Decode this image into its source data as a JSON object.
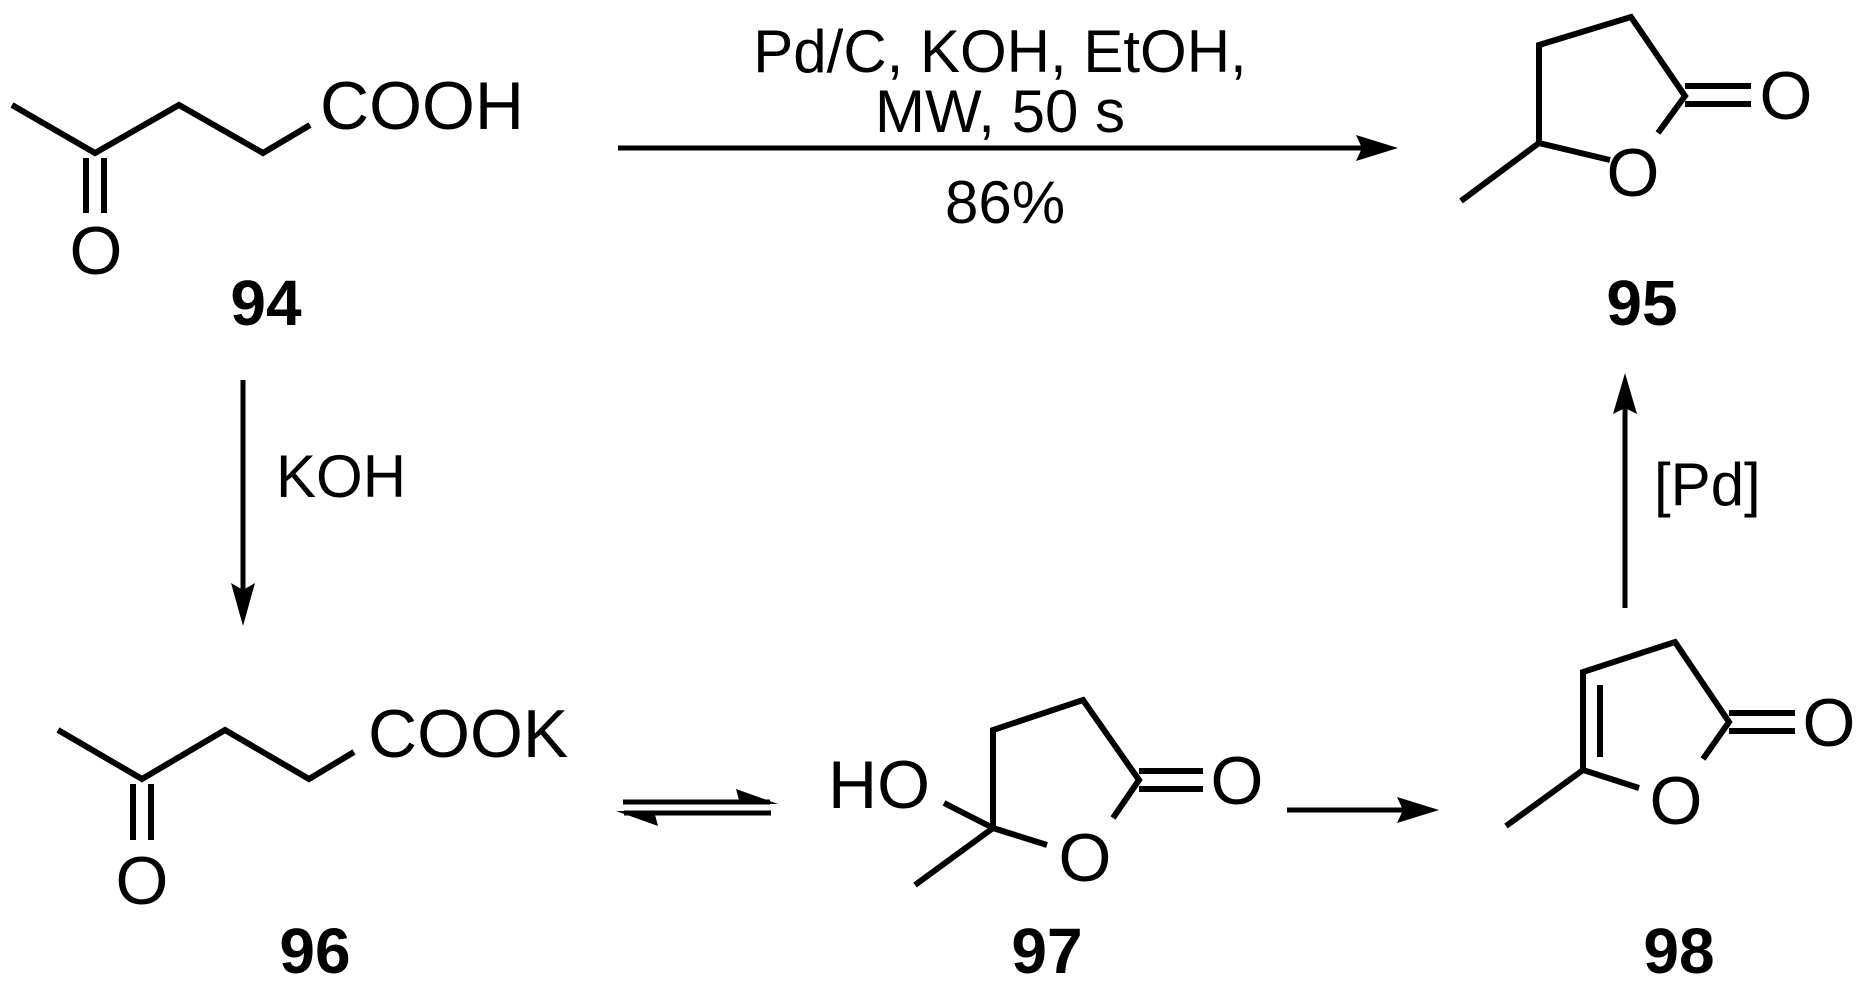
{
  "scheme": {
    "compounds": [
      {
        "id": "94",
        "label": "94",
        "group": "COOH",
        "carbonyl_o": "O"
      },
      {
        "id": "95",
        "label": "95",
        "ring_o": "O",
        "carbonyl_o": "O"
      },
      {
        "id": "96",
        "label": "96",
        "group": "COOK",
        "carbonyl_o": "O"
      },
      {
        "id": "97",
        "label": "97",
        "hydroxyl": "HO",
        "ring_o": "O",
        "carbonyl_o": "O"
      },
      {
        "id": "98",
        "label": "98",
        "ring_o": "O",
        "carbonyl_o": "O"
      }
    ],
    "arrows": {
      "main": {
        "line1": "Pd/C, KOH, EtOH,",
        "line2": "MW, 50 s",
        "yield": "86%"
      },
      "koh": {
        "reagent": "KOH"
      },
      "pd": {
        "reagent": "[Pd]"
      }
    }
  }
}
